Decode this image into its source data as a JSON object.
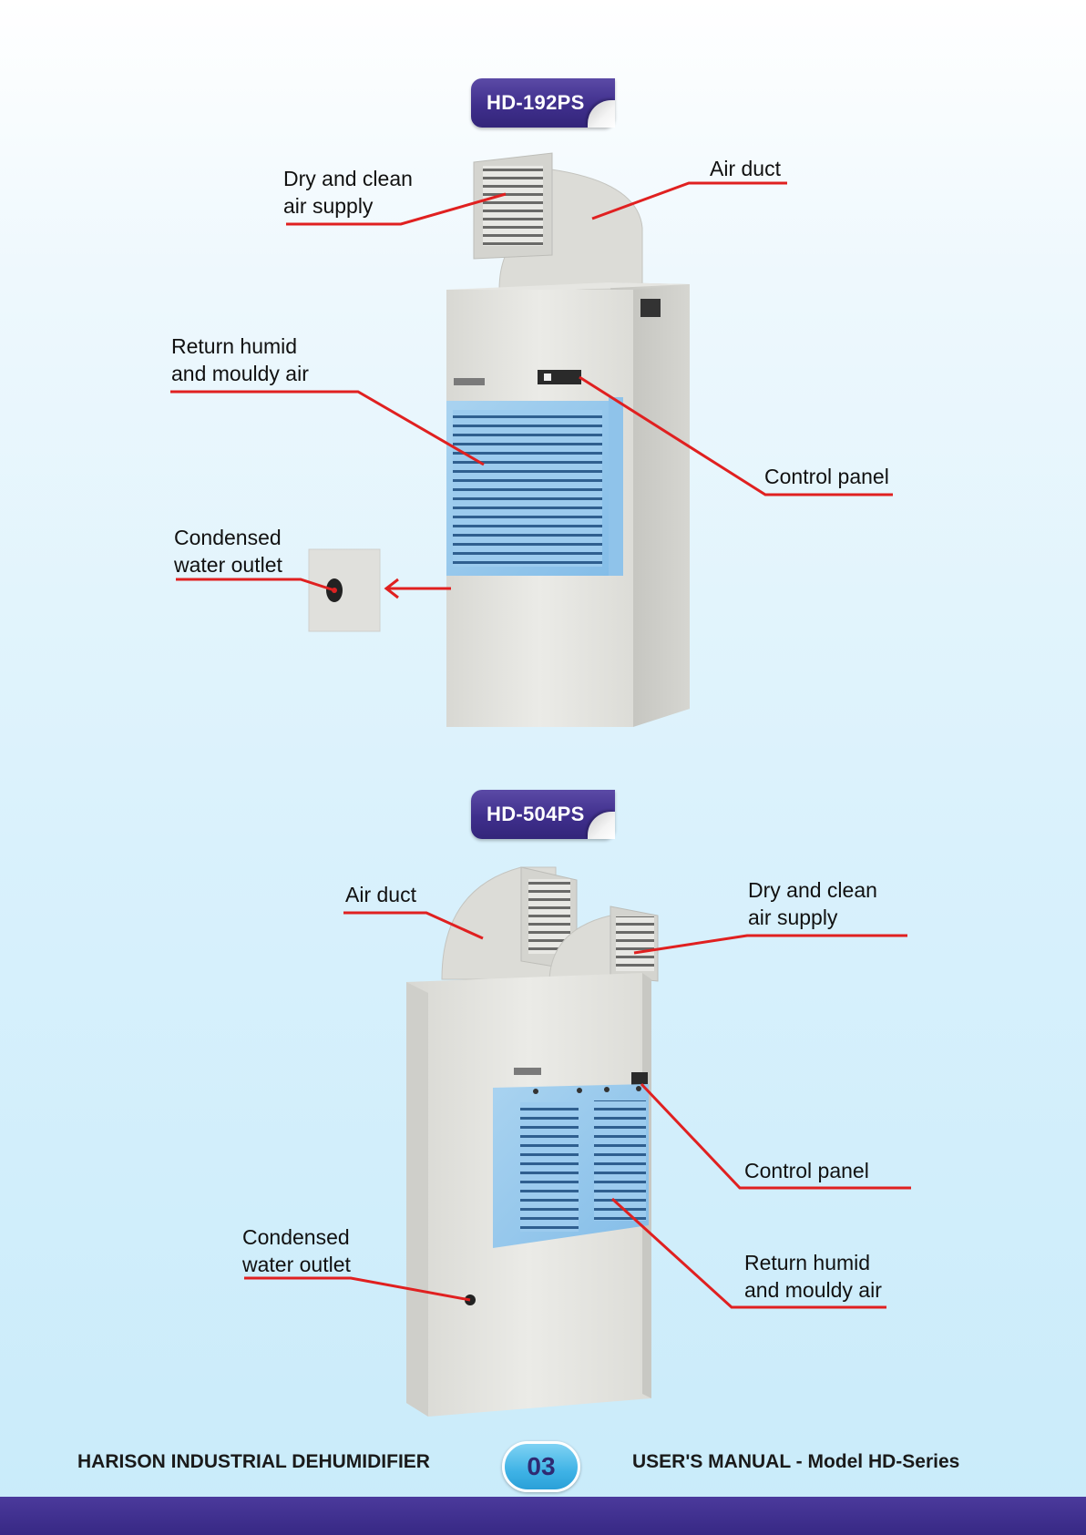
{
  "colors": {
    "accent_purple": "#3f2f8c",
    "callout_red": "#e02020",
    "pill_blue": "#3fb3e6"
  },
  "section1": {
    "badge": "HD-192PS",
    "callouts": {
      "dry_supply": "Dry and clean\nair supply",
      "air_duct": "Air duct",
      "return_air": "Return humid\nand mouldy air",
      "control_panel": "Control panel",
      "water_outlet": "Condensed\nwater outlet"
    }
  },
  "section2": {
    "badge": "HD-504PS",
    "callouts": {
      "air_duct": "Air duct",
      "dry_supply": "Dry and clean\nair supply",
      "control_panel": "Control panel",
      "water_outlet": "Condensed\nwater outlet",
      "return_air": "Return humid\nand mouldy air"
    }
  },
  "footer": {
    "left": "HARISON INDUSTRIAL DEHUMIDIFIER",
    "page": "03",
    "right": "USER'S MANUAL -  Model HD-Series"
  }
}
